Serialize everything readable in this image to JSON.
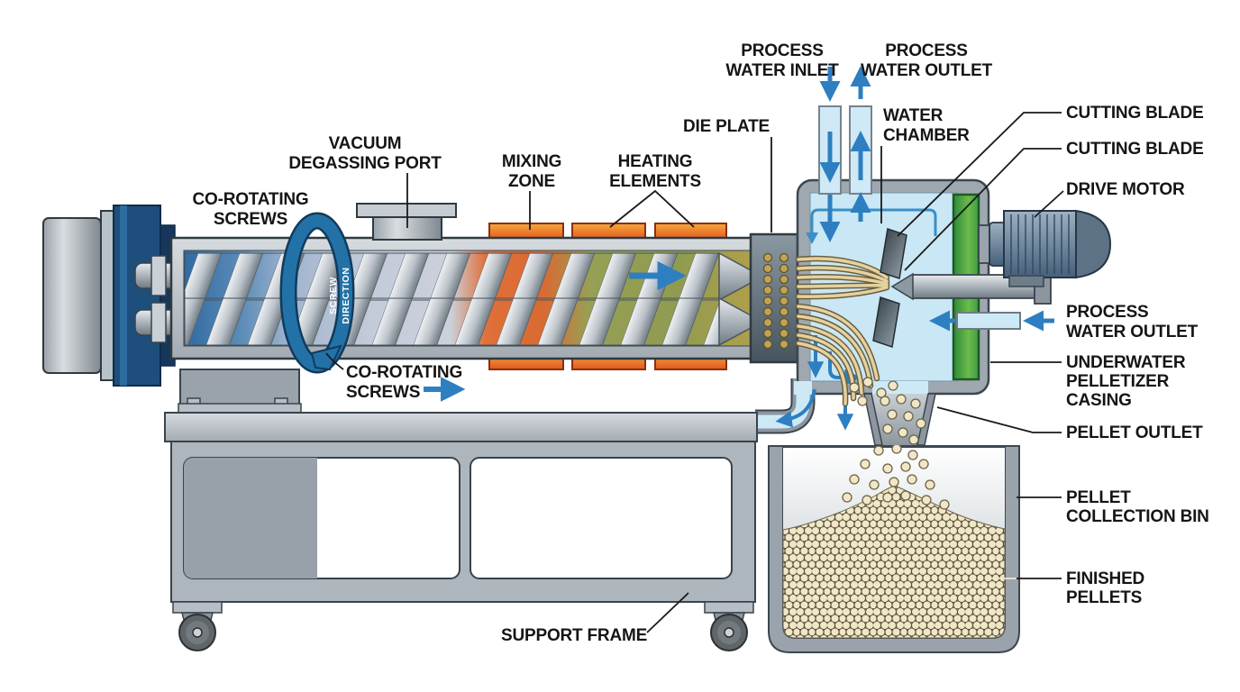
{
  "labels": {
    "process_water_inlet": [
      "PROCESS",
      "WATER INLET"
    ],
    "process_water_outlet_top": [
      "PROCESS",
      "WATER OUTLET"
    ],
    "die_plate": "DIE PLATE",
    "water_chamber": [
      "WATER",
      "CHAMBER"
    ],
    "cutting_blade_1": "CUTTING BLADE",
    "cutting_blade_2": "CUTTING BLADE",
    "drive_motor": "DRIVE MOTOR",
    "process_water_outlet_right": [
      "PROCESS",
      "WATER OUTLET"
    ],
    "underwater_pelletizer_casing": [
      "UNDERWATER",
      "PELLETIZER",
      "CASING"
    ],
    "pellet_outlet": "PELLET OUTLET",
    "pellet_collection_bin": [
      "PELLET",
      "COLLECTION BIN"
    ],
    "finished_pellets": [
      "FINISHED",
      "PELLETS"
    ],
    "vacuum_degassing_port": [
      "VACUUM",
      "DEGASSING PORT"
    ],
    "co_rotating_screws_top": [
      "CO-ROTATING",
      "SCREWS"
    ],
    "mixing_zone": [
      "MIXING",
      "ZONE"
    ],
    "heating_elements": [
      "HEATING",
      "ELEMENTS"
    ],
    "co_rotating_screws_bottom": [
      "CO-ROTATING",
      "SCREWS"
    ],
    "support_frame": "SUPPORT FRAME",
    "screw_direction": [
      "SCREW",
      "DIRECTION"
    ]
  },
  "colors": {
    "water": "#c9e7f5",
    "pipe_water": "#cfe9f7",
    "flow_arrow": "#2d7fc1",
    "flow_line": "#3a8fc7",
    "heating_orange": "#ee6f28",
    "pellet_fill": "#f1e6c6",
    "pellet_gap": "#7d7663",
    "green_panel": "#4aa546",
    "ribbon_blue": "#2272a8",
    "casing_gray": "#9fa8b0",
    "frame_gray": "#aeb6bd",
    "gearbox_navy": "#1e4e7c",
    "melt_gold": "#b5a04a",
    "label_text": "#151515"
  },
  "counts": {
    "heating_elements_visible": 6,
    "die_plate_hole_rows": 9,
    "cutting_blades": 2
  }
}
